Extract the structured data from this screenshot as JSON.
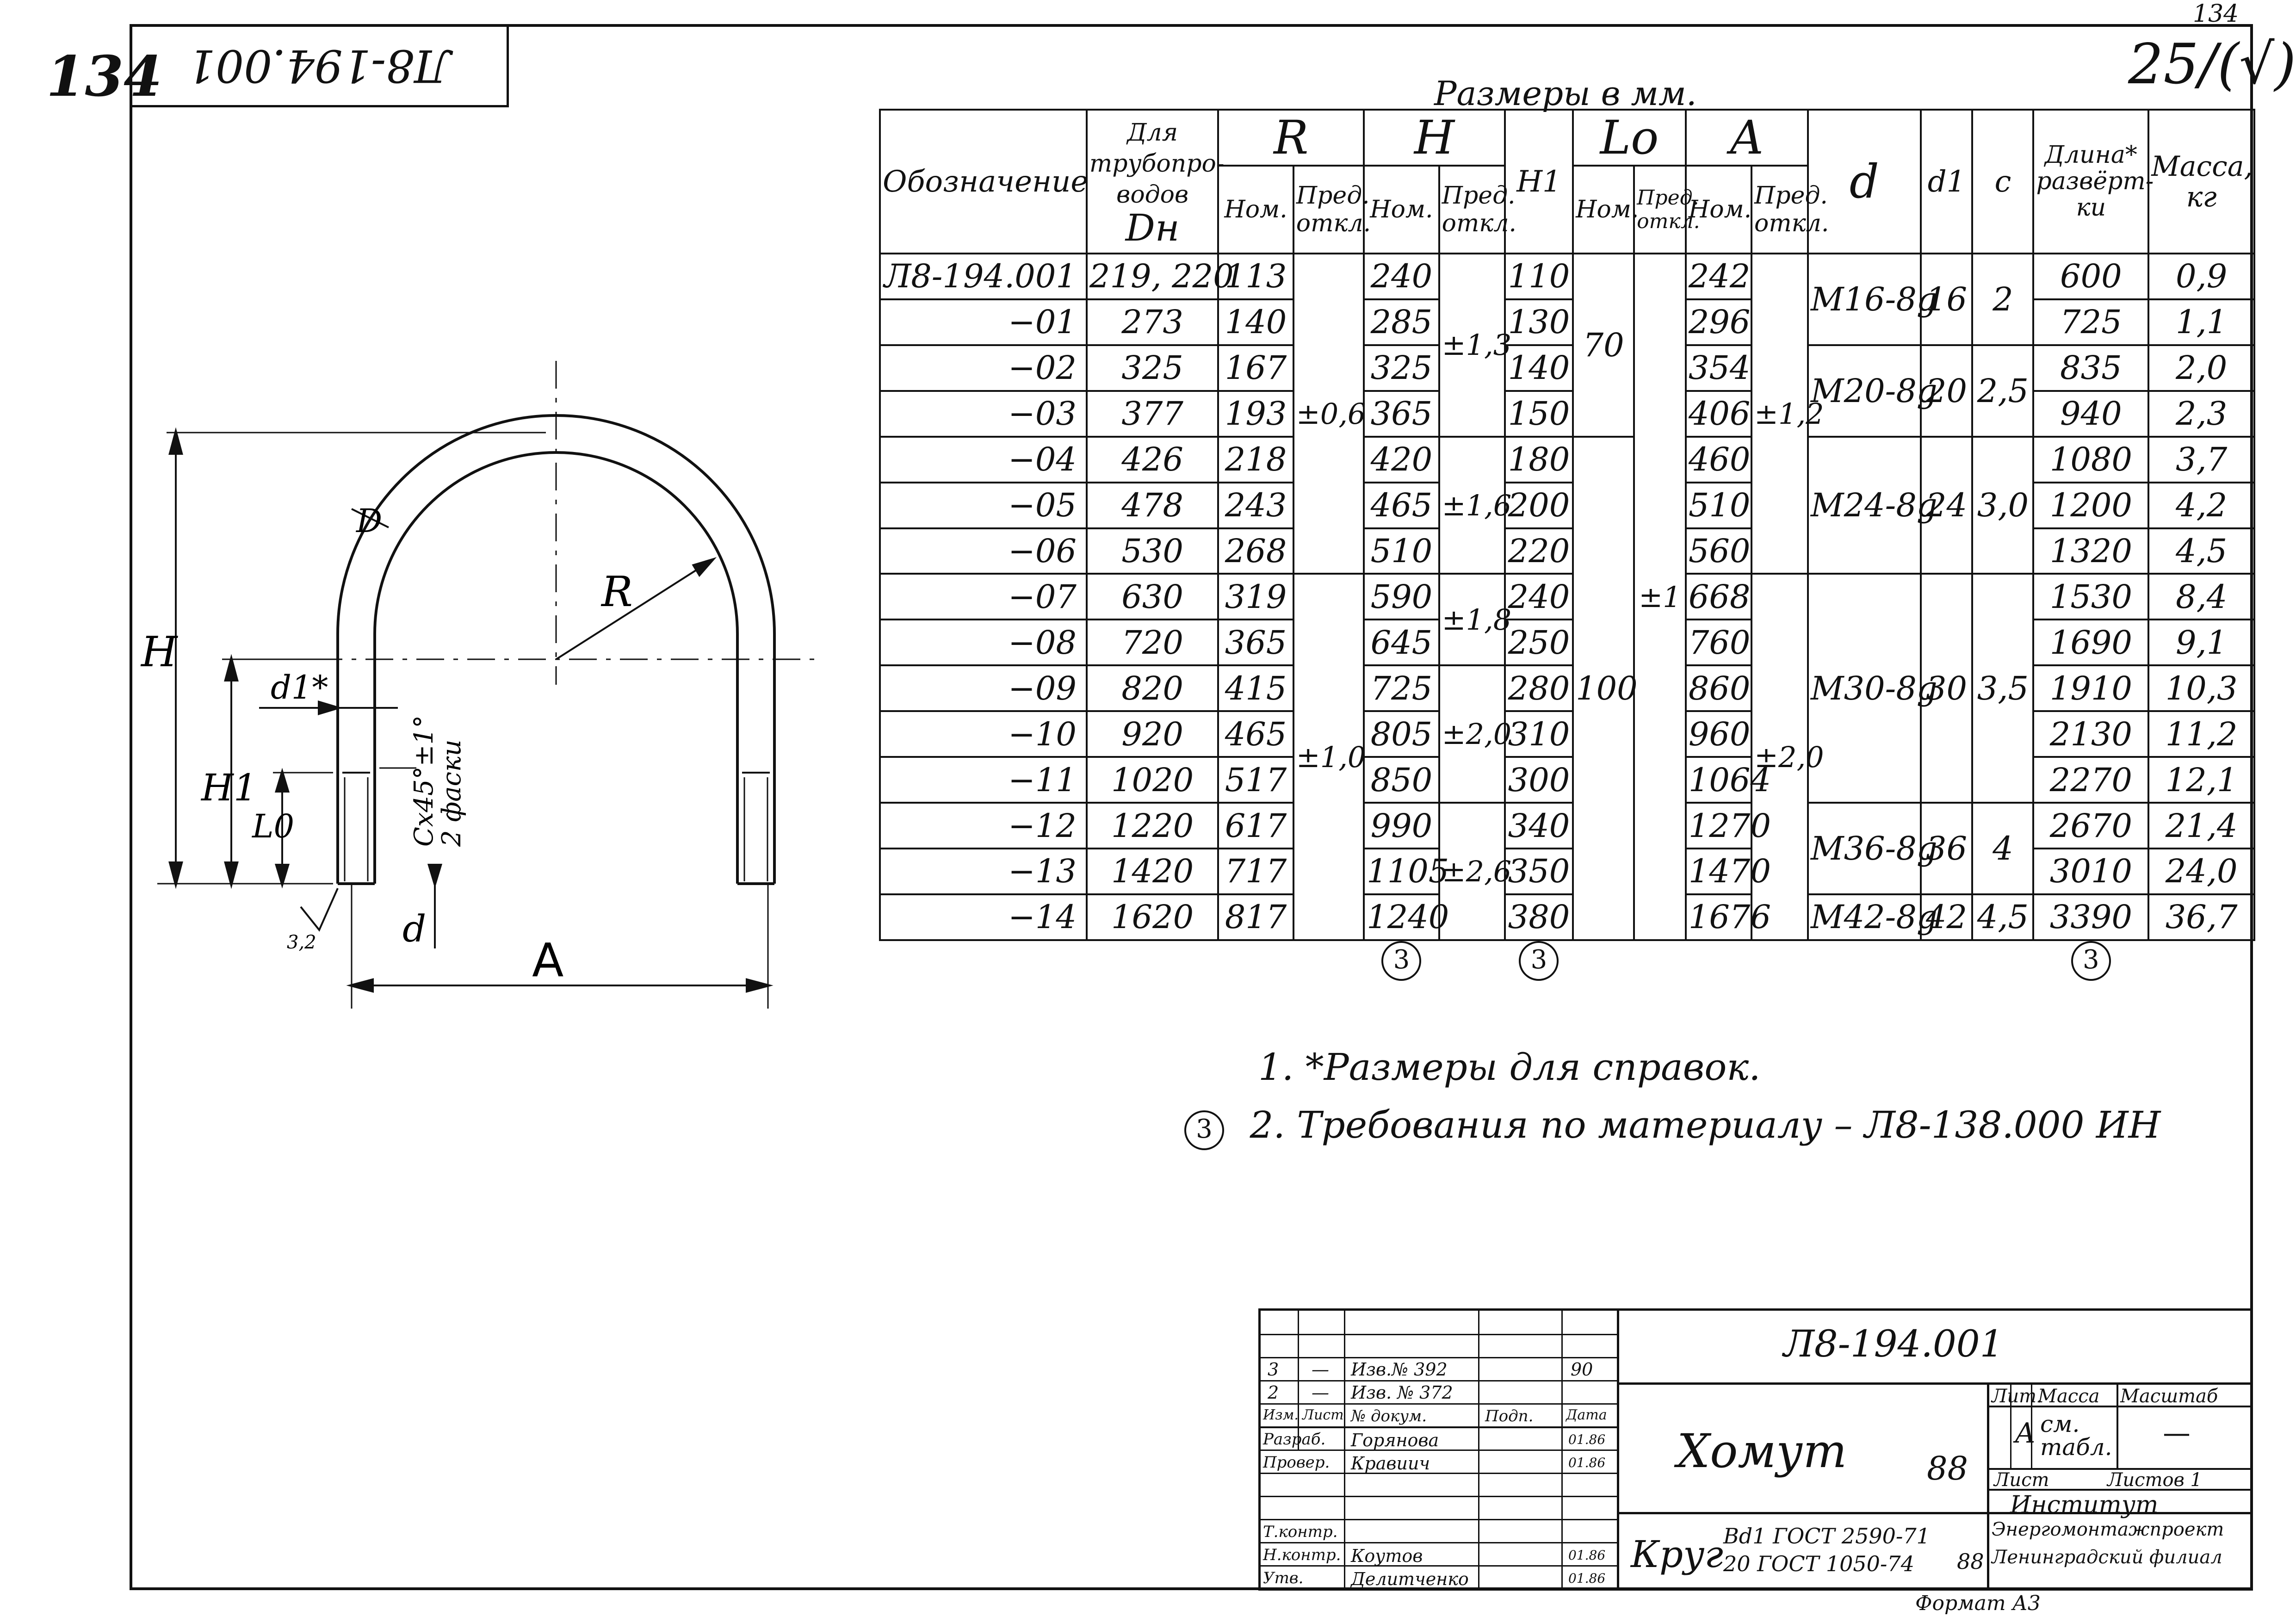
{
  "sheet_mark_left": "134",
  "sheet_mark_right": "134",
  "top_stamp": "Л8-194.001",
  "roughness": "25/(√)",
  "caption": "Размеры в мм.",
  "drawing": {
    "labels": {
      "H": "H",
      "H1": "H1",
      "L0": "L0",
      "d1": "d1*",
      "d": "d",
      "D": "D",
      "R": "R",
      "A": "A",
      "chamfer": "Сх45°±1°",
      "chamfer2": "2 фаски",
      "rough": "3,2"
    }
  },
  "table": {
    "headers": {
      "designation": "Обозначение",
      "pipe": "Для трубопро- водов",
      "pipe_dn": "Dн",
      "R": "R",
      "H": "H",
      "H1": "H1",
      "L0": "Lo",
      "A": "A",
      "d": "d",
      "d1": "d1",
      "c": "c",
      "length": "Длина* развёрт- ки",
      "mass": "Масса, кг",
      "nom": "Ном.",
      "tol": "Пред. откл."
    },
    "rows": [
      {
        "des": "Л8-194.001",
        "dn": "219, 220",
        "r": "113",
        "h": "240",
        "h1": "110",
        "a": "242",
        "len": "600",
        "mass": "0,9"
      },
      {
        "des": "−01",
        "dn": "273",
        "r": "140",
        "h": "285",
        "h1": "130",
        "a": "296",
        "len": "725",
        "mass": "1,1"
      },
      {
        "des": "−02",
        "dn": "325",
        "r": "167",
        "h": "325",
        "h1": "140",
        "a": "354",
        "len": "835",
        "mass": "2,0"
      },
      {
        "des": "−03",
        "dn": "377",
        "r": "193",
        "h": "365",
        "h1": "150",
        "a": "406",
        "len": "940",
        "mass": "2,3"
      },
      {
        "des": "−04",
        "dn": "426",
        "r": "218",
        "h": "420",
        "h1": "180",
        "a": "460",
        "len": "1080",
        "mass": "3,7"
      },
      {
        "des": "−05",
        "dn": "478",
        "r": "243",
        "h": "465",
        "h1": "200",
        "a": "510",
        "len": "1200",
        "mass": "4,2"
      },
      {
        "des": "−06",
        "dn": "530",
        "r": "268",
        "h": "510",
        "h1": "220",
        "a": "560",
        "len": "1320",
        "mass": "4,5"
      },
      {
        "des": "−07",
        "dn": "630",
        "r": "319",
        "h": "590",
        "h1": "240",
        "a": "668",
        "len": "1530",
        "mass": "8,4"
      },
      {
        "des": "−08",
        "dn": "720",
        "r": "365",
        "h": "645",
        "h1": "250",
        "a": "760",
        "len": "1690",
        "mass": "9,1"
      },
      {
        "des": "−09",
        "dn": "820",
        "r": "415",
        "h": "725",
        "h1": "280",
        "a": "860",
        "len": "1910",
        "mass": "10,3"
      },
      {
        "des": "−10",
        "dn": "920",
        "r": "465",
        "h": "805",
        "h1": "310",
        "a": "960",
        "len": "2130",
        "mass": "11,2"
      },
      {
        "des": "−11",
        "dn": "1020",
        "r": "517",
        "h": "850",
        "h1": "300",
        "a": "1064",
        "len": "2270",
        "mass": "12,1"
      },
      {
        "des": "−12",
        "dn": "1220",
        "r": "617",
        "h": "990",
        "h1": "340",
        "a": "1270",
        "len": "2670",
        "mass": "21,4"
      },
      {
        "des": "−13",
        "dn": "1420",
        "r": "717",
        "h": "1105",
        "h1": "350",
        "a": "1470",
        "len": "3010",
        "mass": "24,0"
      },
      {
        "des": "−14",
        "dn": "1620",
        "r": "817",
        "h": "1240",
        "h1": "380",
        "a": "1676",
        "len": "3390",
        "mass": "36,7"
      }
    ],
    "merged": {
      "r_tol_1": "±0,6",
      "r_tol_2": "±1,0",
      "h_tol_1": "±1,3",
      "h_tol_2": "±1,6",
      "h_tol_3": "±1,8",
      "h_tol_4": "±2,0",
      "h_tol_5": "±2,6",
      "l0_1": "70",
      "l0_2": "100",
      "l0_tol": "±1",
      "a_tol_1": "±1,2",
      "a_tol_2": "±2,0",
      "d_1": "М16-8g",
      "d_2": "М20-8g",
      "d_3": "М24-8g",
      "d_4": "М30-8g",
      "d_5": "М36-8g",
      "d_6": "М42-8g",
      "d1_1": "16",
      "d1_2": "20",
      "d1_3": "24",
      "d1_4": "30",
      "d1_5": "36",
      "d1_6": "42",
      "c_1": "2",
      "c_2": "2,5",
      "c_3": "3,0",
      "c_4": "3,5",
      "c_5": "4",
      "c_6": "4,5"
    },
    "footnote_mark": "3"
  },
  "notes": {
    "n1": "1. *Размеры для справок.",
    "n2": "2. Требования по материалу – Л8-138.000 ИН",
    "mark": "3"
  },
  "titleblock": {
    "doc_number": "Л8-194.001",
    "title": "Хомут",
    "title_mark": "88",
    "material_prefix": "Круг",
    "material_1": "Bd1 ГОСТ 2590-71",
    "material_2": "20 ГОСТ 1050-74",
    "material_mark": "88",
    "lit_header": "Лит.",
    "mass_header": "Масса",
    "scale_header": "Масштаб",
    "lit_value": "А",
    "mass_value": "см. табл.",
    "scale_value": "—",
    "sheet": "Лист",
    "sheets": "Листов 1",
    "org_1": "Институт",
    "org_2": "Энергомонтажпроект",
    "org_3": "Ленинградский филиал",
    "format": "Формат А3",
    "revisions": [
      {
        "n": "3",
        "sheet": "—",
        "doc": "Изв.№ 392",
        "sign": "",
        "date": "90"
      },
      {
        "n": "2",
        "sheet": "—",
        "doc": "Изв. № 372",
        "sign": "",
        "date": ""
      }
    ],
    "rev_header": {
      "izm": "Изм.",
      "list": "Лист",
      "doc": "№ докум.",
      "sign": "Подп.",
      "date": "Дата"
    },
    "people": [
      {
        "role": "Разраб.",
        "name": "Горянова",
        "date": "01.86"
      },
      {
        "role": "Провер.",
        "name": "Кравиич",
        "date": "01.86"
      },
      {
        "role": "Т.контр.",
        "name": "",
        "date": ""
      },
      {
        "role": "Н.контр.",
        "name": "Коутов",
        "date": "01.86"
      },
      {
        "role": "Утв.",
        "name": "Делитченко",
        "date": "01.86"
      }
    ]
  }
}
